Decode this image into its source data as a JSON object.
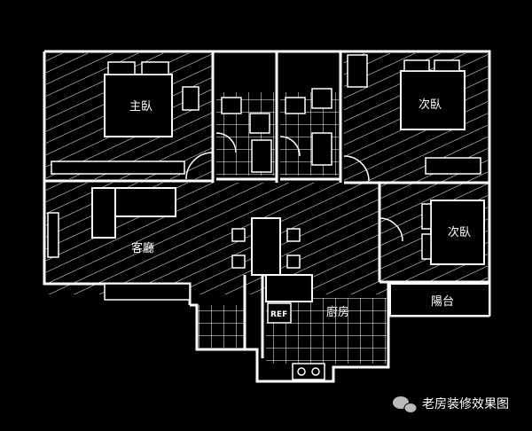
{
  "floorplan": {
    "rooms": {
      "master_bedroom": "主臥",
      "bedroom_2": "次臥",
      "bedroom_3": "次臥",
      "living_room": "客廳",
      "kitchen": "廚房",
      "balcony": "陽台",
      "fridge": "REF"
    }
  },
  "watermark": {
    "text": "老房装修效果图",
    "icon": "wechat-icon"
  },
  "colors": {
    "background": "#000000",
    "lines": "#ffffff"
  }
}
